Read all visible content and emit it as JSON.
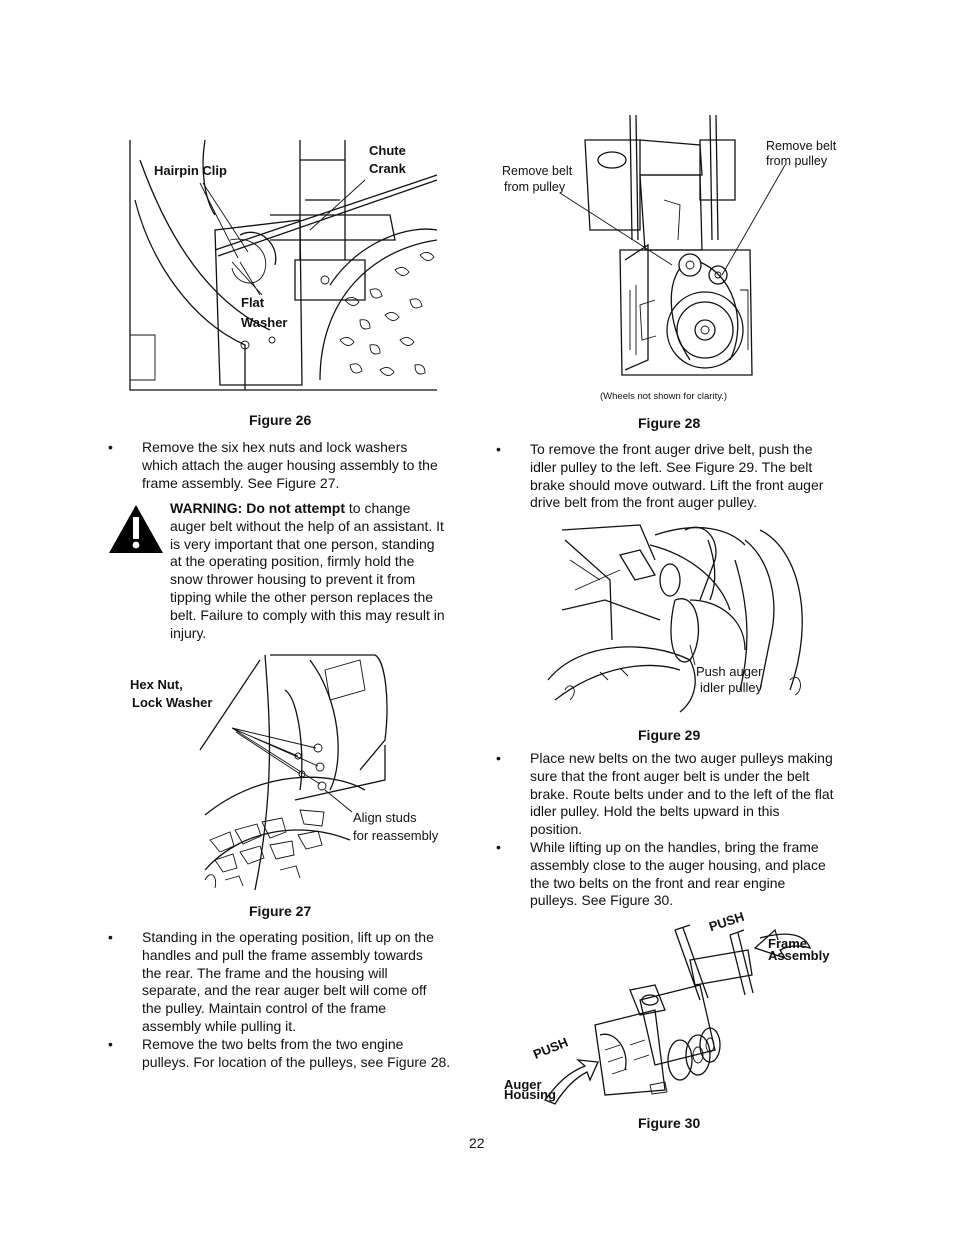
{
  "page_number": "22",
  "figure26": {
    "caption": "Figure 26",
    "label_hairpin": "Hairpin Clip",
    "label_chute_1": "Chute",
    "label_chute_2": "Crank",
    "label_flat_1": "Flat",
    "label_flat_2": "Washer"
  },
  "figure27": {
    "caption": "Figure 27",
    "label_hex_1": "Hex Nut,",
    "label_hex_2": "Lock Washer",
    "label_align_1": "Align studs",
    "label_align_2": "for reassembly"
  },
  "figure28": {
    "caption": "Figure 28",
    "label_left_1": "Remove belt",
    "label_left_2": "from pulley",
    "label_right_1": "Remove belt",
    "label_right_2": "from pulley",
    "note": "(Wheels not shown for clarity.)"
  },
  "figure29": {
    "caption": "Figure 29",
    "label_1": "Push auger",
    "label_2": "idler pulley"
  },
  "figure30": {
    "caption": "Figure 30",
    "push_top": "PUSH",
    "push_bottom": "PUSH",
    "frame_1": "Frame",
    "frame_2": "Assembly",
    "auger_1": "Auger",
    "auger_2": "Housing"
  },
  "left_column": {
    "bullet1": [
      "Remove the six hex nuts and lock washers",
      "which attach the auger housing assembly to the",
      "frame assembly. See  Figure 27."
    ],
    "warning_bold": "WARNING: Do not attempt",
    "warning_lines": [
      " to change",
      "auger belt without the help of an assistant. It",
      "is very important that one person, standing",
      "at the operating position, firmly hold the",
      "snow thrower housing to prevent it from",
      "tipping while the other person replaces the",
      "belt. Failure to comply with this may result in",
      "injury."
    ],
    "bullet2": [
      "Standing in the operating position, lift up on the",
      "handles and pull the frame assembly towards",
      "the rear. The frame and the housing will",
      "separate, and the rear auger belt will come off",
      "the pulley. Maintain control of the frame",
      "assembly while pulling it."
    ],
    "bullet3": [
      "Remove the two belts from the two engine",
      "pulleys. For location of the pulleys, see Figure 28."
    ]
  },
  "right_column": {
    "bullet1": [
      "To remove the front auger drive belt, push the",
      "idler pulley to the left. See Figure 29. The belt",
      "brake should move outward.  Lift the front auger",
      "drive belt from the front auger pulley."
    ],
    "bullet2": [
      "Place new belts on the two auger pulleys making",
      "sure that the front auger belt is under the belt",
      "brake. Route belts under and to the left of the flat",
      "idler pulley. Hold the belts upward in this",
      "position."
    ],
    "bullet3": [
      "While lifting up on the handles, bring the frame",
      "assembly close to the auger housing, and place",
      "the two belts on the front and rear engine",
      "pulleys. See  Figure 30."
    ]
  },
  "bullet_char": "•"
}
